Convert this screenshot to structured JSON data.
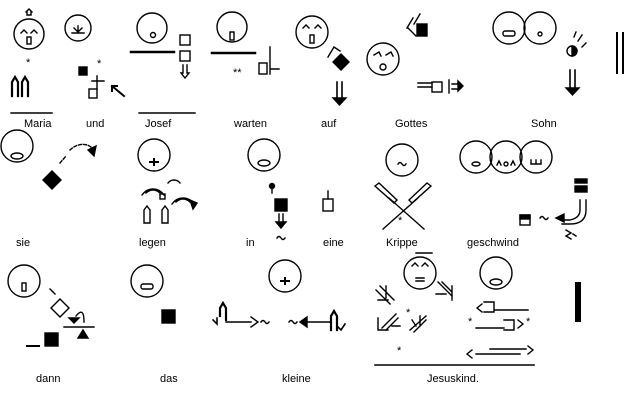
{
  "title": "SignWriting sentence",
  "colors": {
    "ink": "#000000",
    "paper": "#ffffff"
  },
  "words": [
    {
      "id": "maria",
      "label": "Maria"
    },
    {
      "id": "und",
      "label": "und"
    },
    {
      "id": "josef",
      "label": "Josef"
    },
    {
      "id": "warten",
      "label": "warten"
    },
    {
      "id": "auf",
      "label": "auf"
    },
    {
      "id": "gottes",
      "label": "Gottes"
    },
    {
      "id": "sohn",
      "label": "Sohn"
    },
    {
      "id": "sie",
      "label": "sie"
    },
    {
      "id": "legen",
      "label": "legen"
    },
    {
      "id": "in",
      "label": "in"
    },
    {
      "id": "eine",
      "label": "eine"
    },
    {
      "id": "krippe",
      "label": "Krippe"
    },
    {
      "id": "geschwind",
      "label": "geschwind"
    },
    {
      "id": "dann",
      "label": "dann"
    },
    {
      "id": "das",
      "label": "das"
    },
    {
      "id": "kleine",
      "label": "kleine"
    },
    {
      "id": "jesuskind",
      "label": "Jesuskind."
    }
  ],
  "punctuation": {
    "double_bar": "sentence-end-double-bar",
    "single_bar": "sentence-end-single-bar"
  }
}
